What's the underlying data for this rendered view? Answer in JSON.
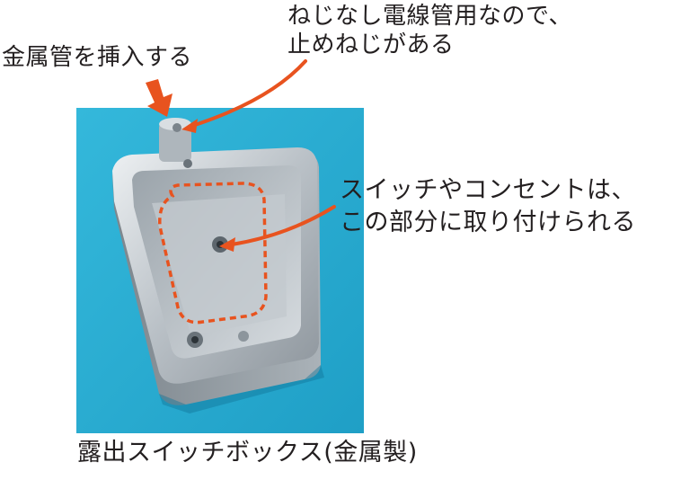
{
  "labels": {
    "insert_pipe": "金属管を挿入する",
    "set_screw_line1": "ねじなし電線管用なので、",
    "set_screw_line2": "止めねじがある",
    "mount_area_line1": "スイッチやコンセントは、",
    "mount_area_line2": "この部分に取り付けられる",
    "caption": "露出スイッチボックス(金属製)"
  },
  "colors": {
    "accent": "#e8531f",
    "photo_background": "#2fb3d6",
    "metal": "#c7cdd2"
  },
  "icons": {
    "down_arrow": "block-arrow-down",
    "callout_arrows": "curved-arrow"
  }
}
